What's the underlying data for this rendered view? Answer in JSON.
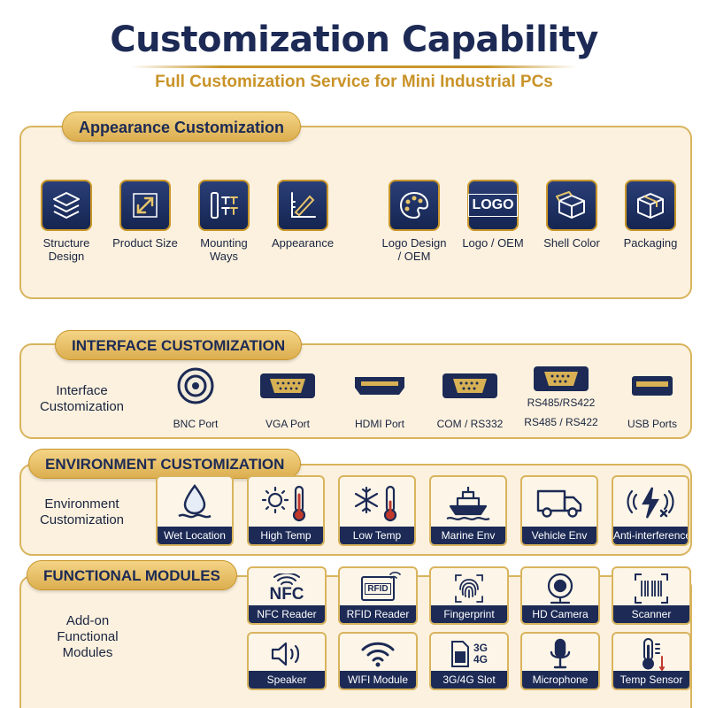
{
  "header": {
    "title": "Customization Capability",
    "subtitle": "Full Customization Service for Mini Industrial PCs"
  },
  "appearance": {
    "label": "Appearance Customization",
    "items": [
      {
        "label": "Structure Design",
        "icon": "layers-icon"
      },
      {
        "label": "Product Size",
        "icon": "resize-icon"
      },
      {
        "label": "Mounting Ways",
        "icon": "screws-icon"
      },
      {
        "label": "Appearance",
        "icon": "drafting-icon"
      },
      {
        "label": "Logo Design / OEM",
        "icon": "palette-icon"
      },
      {
        "label": "Logo / OEM",
        "icon": "logo-icon",
        "icon_text": "LOGO"
      },
      {
        "label": "Shell Color",
        "icon": "open-box-icon"
      },
      {
        "label": "Packaging",
        "icon": "package-icon"
      }
    ]
  },
  "interface": {
    "label": "INTERFACE CUSTOMIZATION",
    "row_title": "Interface Customization",
    "ports": [
      {
        "label": "BNC Port",
        "icon": "bnc-port-icon"
      },
      {
        "label": "VGA Port",
        "icon": "vga-port-icon"
      },
      {
        "label": "HDMI Port",
        "icon": "hdmi-port-icon"
      },
      {
        "label": "COM / RS332",
        "icon": "com-port-icon"
      },
      {
        "label": "RS485 / RS422",
        "icon": "rs485-port-icon",
        "caption": "RS485/RS422"
      },
      {
        "label": "USB Ports",
        "icon": "usb-port-icon"
      }
    ]
  },
  "environment": {
    "label": "ENVIRONMENT CUSTOMIZATION",
    "row_title": "Environment Customization",
    "items": [
      {
        "label": "Wet Location",
        "icon": "water-drop-icon"
      },
      {
        "label": "High Temp",
        "icon": "sun-thermometer-icon"
      },
      {
        "label": "Low Temp",
        "icon": "snowflake-thermometer-icon"
      },
      {
        "label": "Marine Env",
        "icon": "ship-icon"
      },
      {
        "label": "Vehicle Env",
        "icon": "truck-icon"
      },
      {
        "label": "Anti-interference",
        "icon": "lightning-icon"
      }
    ]
  },
  "functional": {
    "label": "FUNCTIONAL MODULES",
    "row_title": "Add-on Functional Modules",
    "row1": [
      {
        "label": "NFC Reader",
        "icon": "nfc-icon",
        "icon_text": "NFC"
      },
      {
        "label": "RFID Reader",
        "icon": "rfid-icon",
        "icon_text": "RFID"
      },
      {
        "label": "Fingerprint",
        "icon": "fingerprint-icon"
      },
      {
        "label": "HD Camera",
        "icon": "webcam-icon"
      },
      {
        "label": "Scanner",
        "icon": "barcode-icon"
      }
    ],
    "row2": [
      {
        "label": "Speaker",
        "icon": "speaker-icon"
      },
      {
        "label": "WIFI Module",
        "icon": "wifi-icon"
      },
      {
        "label": "3G/4G Slot",
        "icon": "sim-card-icon",
        "icon_text_top": "3G",
        "icon_text_bottom": "4G"
      },
      {
        "label": "Microphone",
        "icon": "microphone-icon"
      },
      {
        "label": "Temp Sensor",
        "icon": "thermometer-icon"
      }
    ]
  },
  "colors": {
    "navy": "#1c2a55",
    "gold": "#c9962a",
    "panel": "#fbf1de"
  }
}
